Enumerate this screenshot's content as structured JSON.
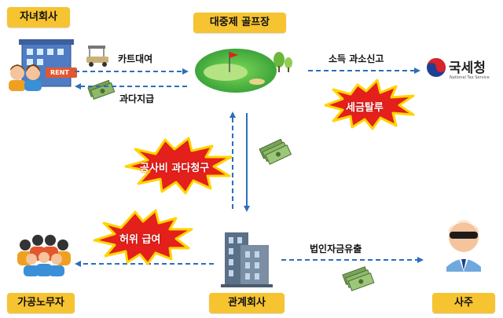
{
  "entities": {
    "subsidiary": "자녀회사",
    "golf_course": "대중제 골프장",
    "related_company": "관계회사",
    "fake_workers": "가공노무자",
    "owner": "사주",
    "nts": {
      "name": "국세청",
      "subtitle": "National Tax Service"
    }
  },
  "flows": {
    "cart_rental": "카트대여",
    "overpayment": "과다지급",
    "income_underreport": "소득 과소신고",
    "corporate_fund_outflow": "법인자금유출"
  },
  "bursts": {
    "tax_evasion": "세금탈루",
    "construction_overcharge": "공사비 과다청구",
    "fake_salary": "허위 급여"
  },
  "building_sign": "RENT",
  "colors": {
    "label_bg": "#f6c331",
    "arrow": "#2b6fb8",
    "burst_red": "#e3201b",
    "burst_yellow": "#ffd400",
    "golf_green": "#3aa93a"
  }
}
